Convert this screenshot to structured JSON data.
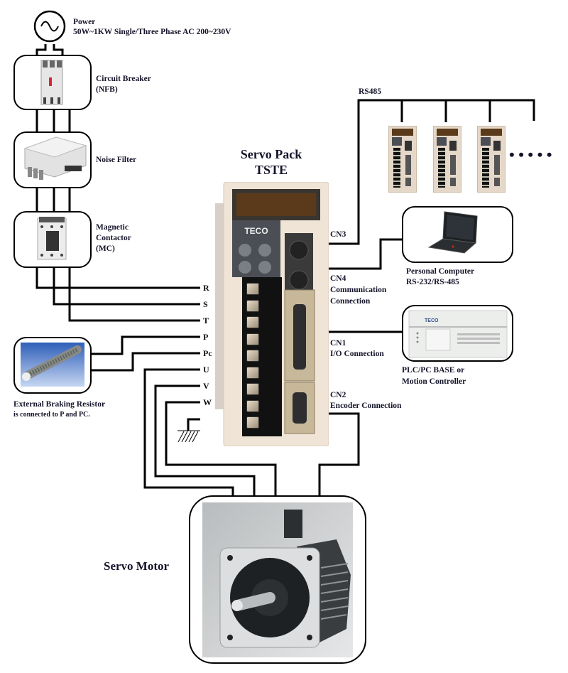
{
  "power": {
    "title": "Power",
    "spec": "50W~1KW  Single/Three Phase  AC 200~230V"
  },
  "components": {
    "circuit_breaker": {
      "line1": "Circuit Breaker",
      "line2": "(NFB)"
    },
    "noise_filter": {
      "line1": "Noise Filter"
    },
    "magnetic_contactor": {
      "line1": "Magnetic",
      "line2": "Contactor",
      "line3": "(MC)"
    },
    "braking_resistor": {
      "line1": "External Braking Resistor",
      "line2": "is connected to P and PC."
    },
    "servo_motor": {
      "label": "Servo Motor"
    }
  },
  "servo_pack": {
    "line1": "Servo Pack",
    "line2": "TSTE",
    "brand": "TECO"
  },
  "terminals": [
    "R",
    "S",
    "T",
    "P",
    "Pc",
    "U",
    "V",
    "W"
  ],
  "connectors": {
    "cn3": {
      "name": "CN3"
    },
    "cn4": {
      "name": "CN4",
      "line2": "Communication",
      "line3": "Connection"
    },
    "cn1": {
      "name": "CN1",
      "line2": "I/O Connection"
    },
    "cn2": {
      "name": "CN2",
      "line2": "Encoder Connection"
    }
  },
  "network": {
    "bus_label": "RS485",
    "ellipsis": "• • • • •"
  },
  "devices": {
    "pc": {
      "line1": "Personal Computer",
      "line2": "RS-232/RS-485"
    },
    "plc": {
      "line1": "PLC/PC BASE or",
      "line2": "Motion Controller",
      "brand": "TECO"
    }
  }
}
